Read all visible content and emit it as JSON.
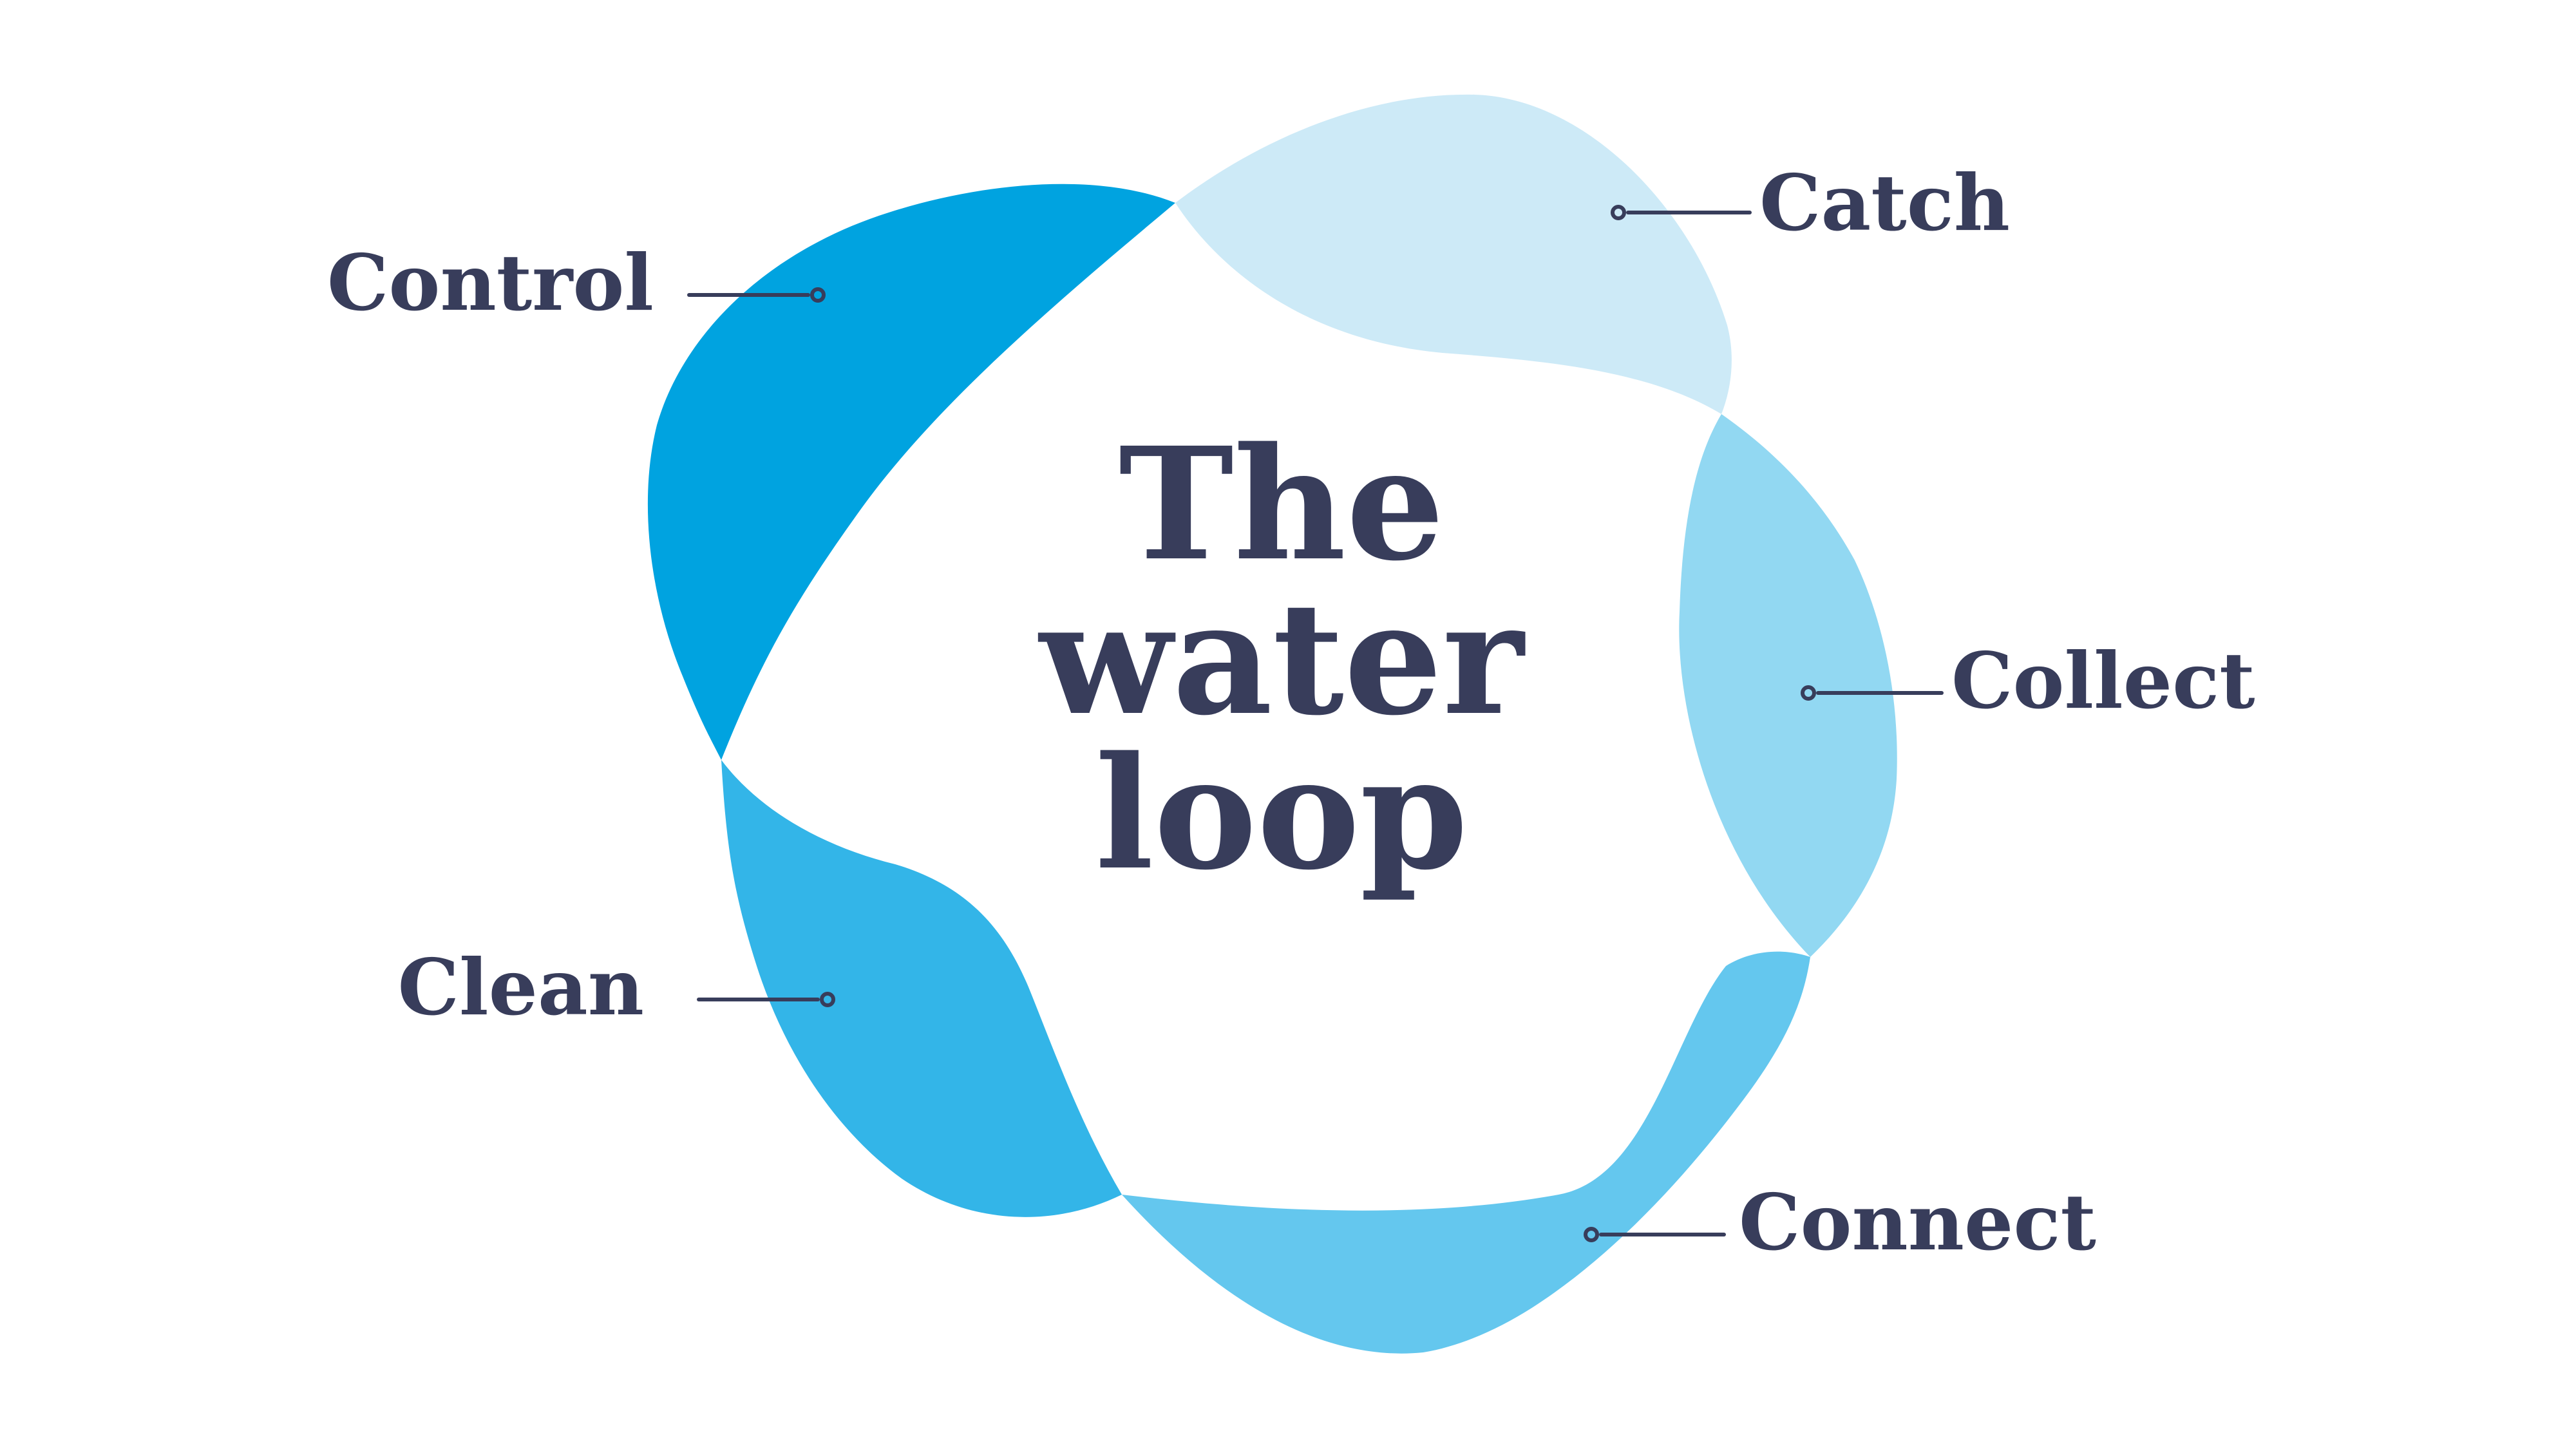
{
  "background": "#ffffff",
  "label_color": "#383D5B",
  "title": {
    "line1": "The",
    "line2": "water",
    "line3": "loop",
    "color": "#383D5B"
  },
  "segments": [
    {
      "id": "catch",
      "label": "Catch",
      "color": "#CDEAF7"
    },
    {
      "id": "collect",
      "label": "Collect",
      "color": "#92D8F2"
    },
    {
      "id": "connect",
      "label": "Connect",
      "color": "#64C7EE"
    },
    {
      "id": "clean",
      "label": "Clean",
      "color": "#33B5E8"
    },
    {
      "id": "control",
      "label": "#00A3E0"
    }
  ],
  "segment_colors": {
    "catch": "#CDEAF7",
    "collect": "#92D8F2",
    "connect": "#64C7EE",
    "clean": "#33B5E8",
    "control": "#00A3E0"
  },
  "segment_labels": {
    "catch": "Catch",
    "collect": "Collect",
    "connect": "Connect",
    "clean": "Clean",
    "control": "Control"
  }
}
